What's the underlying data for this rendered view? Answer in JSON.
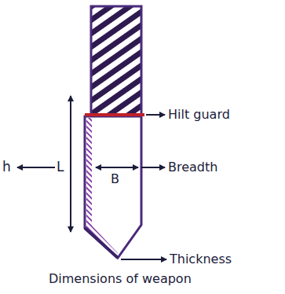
{
  "diagram": {
    "caption": "Dimensions of weapon",
    "labels": [
      "h",
      "L",
      "B",
      "Hilt guard",
      "Breadth",
      "Thickness"
    ]
  }
}
